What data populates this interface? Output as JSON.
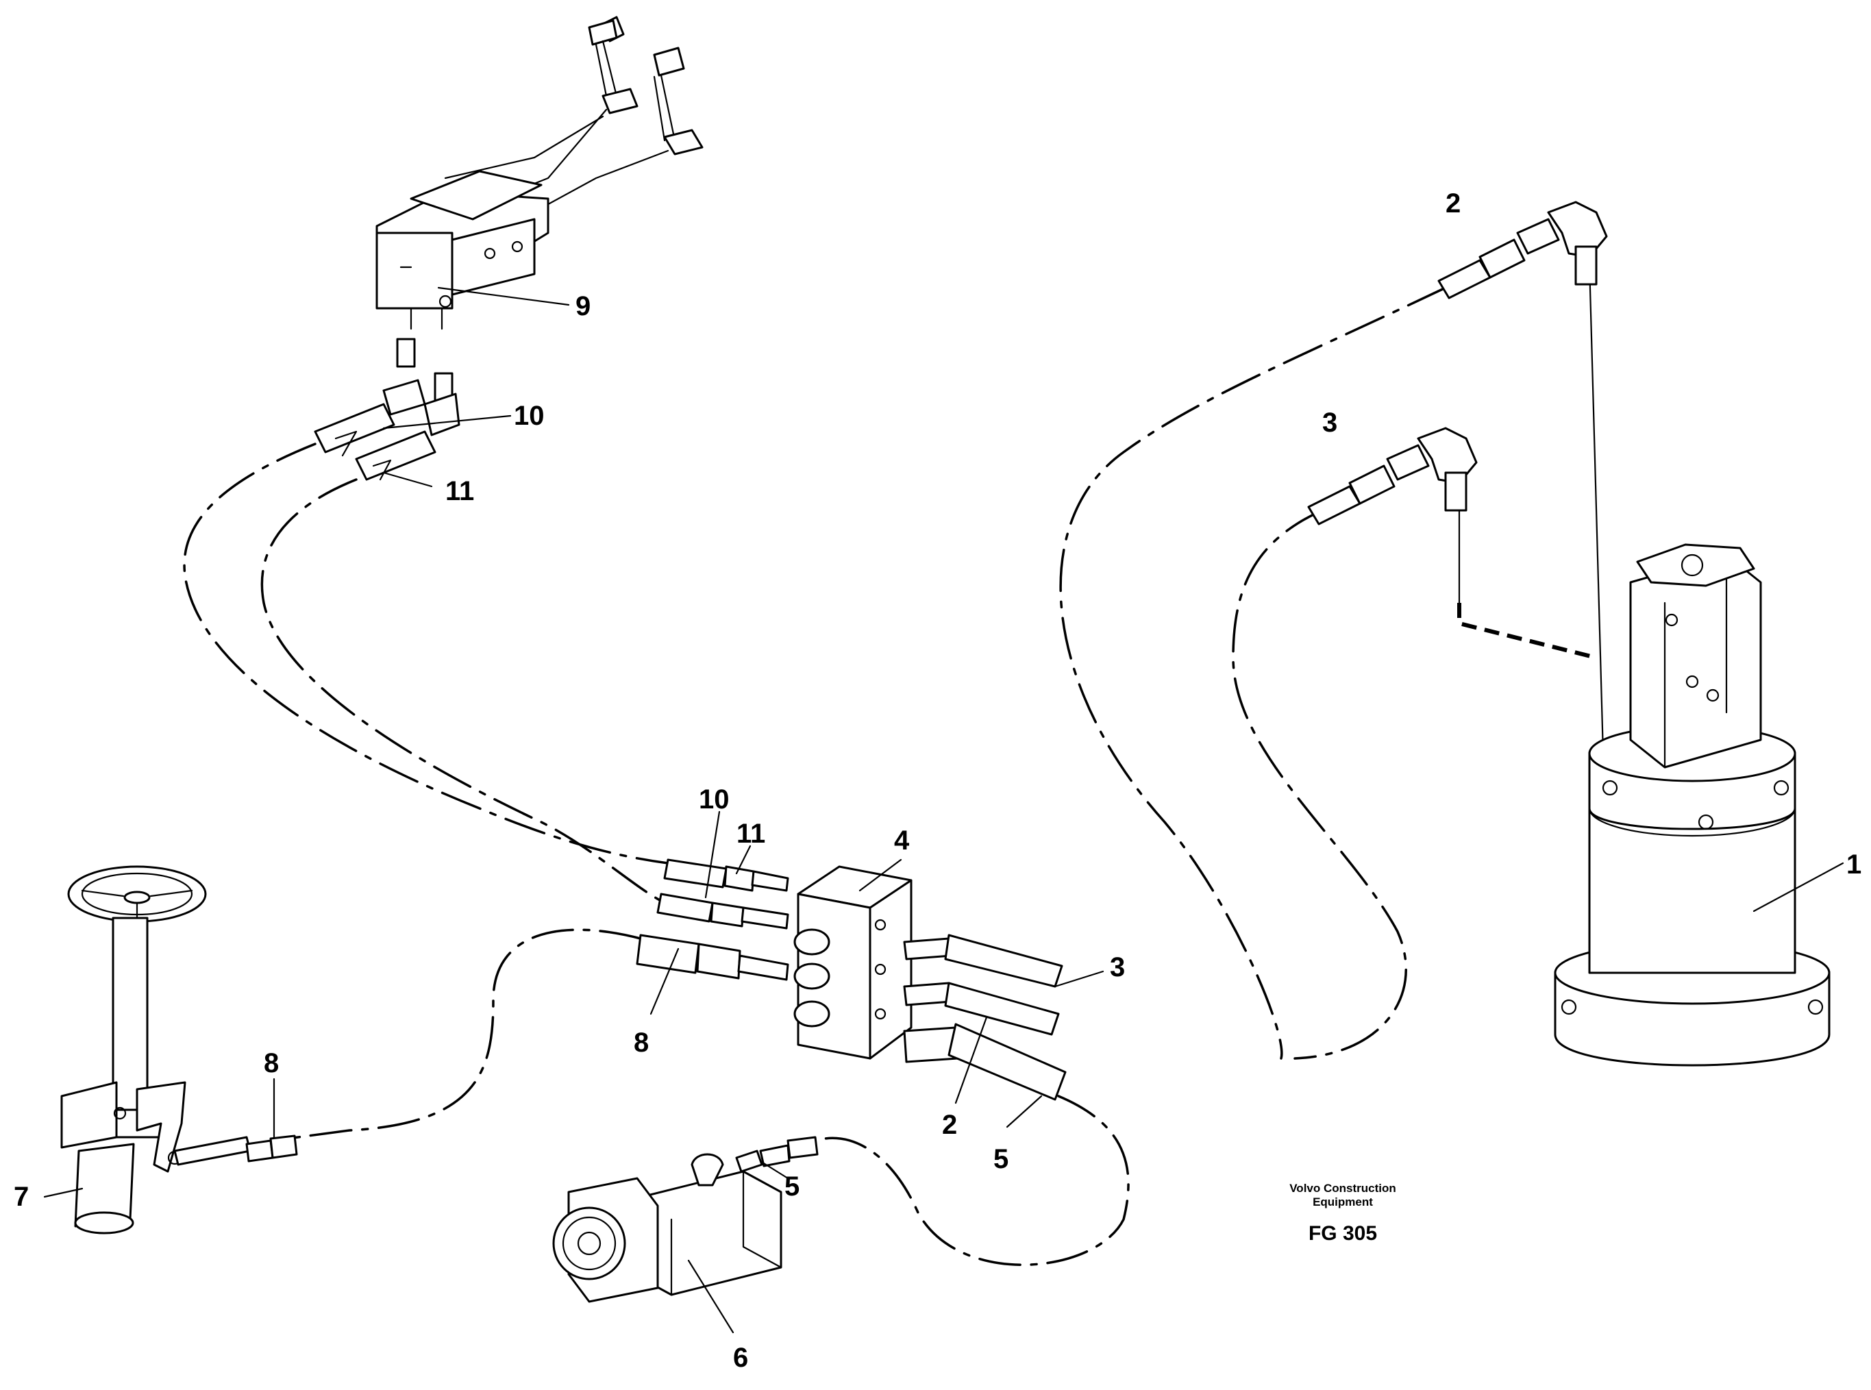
{
  "callouts": [
    "1",
    "2",
    "3",
    "4",
    "5",
    "6",
    "7",
    "8",
    "9",
    "10",
    "11"
  ],
  "caption": {
    "line1": "Volvo Construction",
    "line2": "Equipment",
    "code": "FG 305"
  }
}
